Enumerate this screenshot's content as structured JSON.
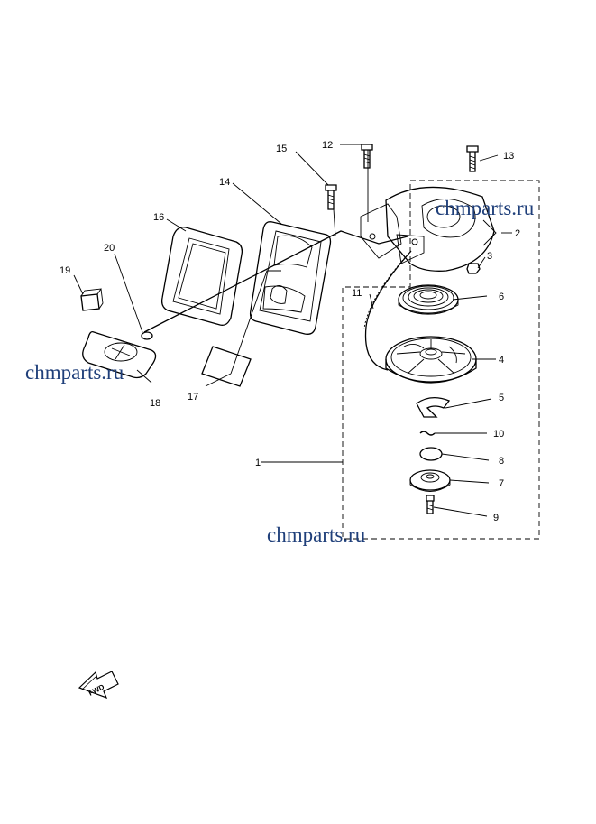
{
  "callouts": [
    {
      "id": "1",
      "text": "1"
    },
    {
      "id": "2",
      "text": "2"
    },
    {
      "id": "3",
      "text": "3"
    },
    {
      "id": "4",
      "text": "4"
    },
    {
      "id": "5",
      "text": "5"
    },
    {
      "id": "6",
      "text": "6"
    },
    {
      "id": "7",
      "text": "7"
    },
    {
      "id": "8",
      "text": "8"
    },
    {
      "id": "9",
      "text": "9"
    },
    {
      "id": "10",
      "text": "10"
    },
    {
      "id": "11",
      "text": "11"
    },
    {
      "id": "12",
      "text": "12"
    },
    {
      "id": "13",
      "text": "13"
    },
    {
      "id": "14",
      "text": "14"
    },
    {
      "id": "15",
      "text": "15"
    },
    {
      "id": "16",
      "text": "16"
    },
    {
      "id": "17",
      "text": "17"
    },
    {
      "id": "18",
      "text": "18"
    },
    {
      "id": "19",
      "text": "19"
    },
    {
      "id": "20",
      "text": "20"
    }
  ],
  "watermarks": {
    "top_right": "chmparts.ru",
    "left": "chmparts.ru",
    "bottom": "chmparts.ru"
  },
  "fwd_label": "FWD",
  "colors": {
    "line": "#000000",
    "watermark": "#1f3f7a",
    "background": "#ffffff"
  }
}
